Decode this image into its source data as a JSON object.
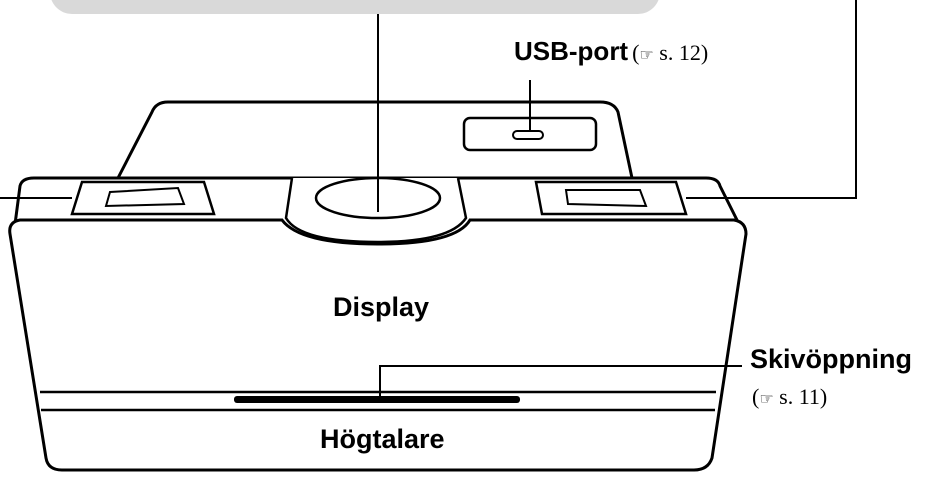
{
  "labels": {
    "usb_port": {
      "title": "USB-port",
      "ref_icon": "☞",
      "ref_text": "s. 12"
    },
    "display": "Display",
    "disc_slot": {
      "title": "Skivöppning",
      "ref_icon": "☞",
      "ref_text": "s. 11"
    },
    "speaker": "Högtalare"
  },
  "colors": {
    "line": "#000000",
    "top_callout_fill": "#d9d9d9",
    "body_fill": "#ffffff"
  },
  "icons": {
    "reference": "pointing-hand-icon"
  }
}
